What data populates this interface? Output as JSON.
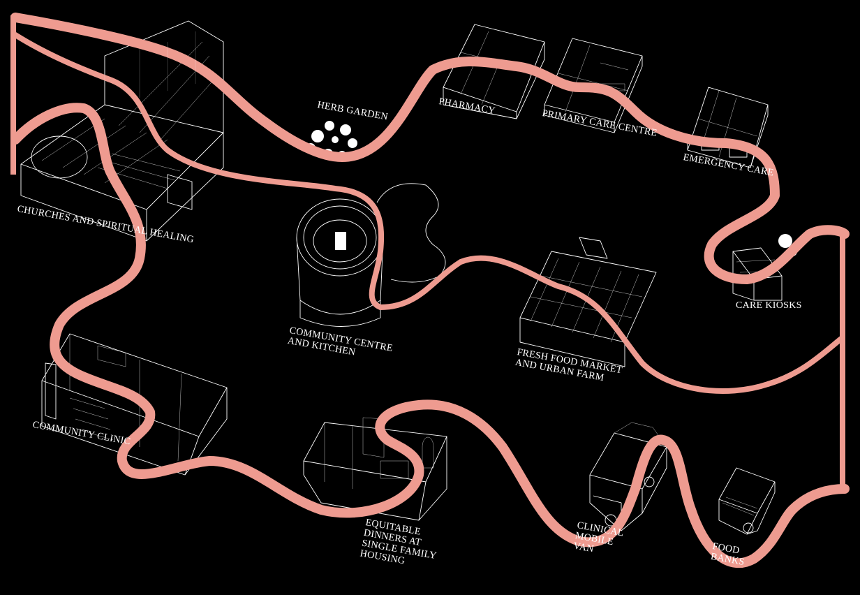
{
  "colors": {
    "background": "#000000",
    "path": "#ee9b90",
    "linework": "#ffffff"
  },
  "places": {
    "herb_garden": {
      "label": "HERB GARDEN",
      "icon": "herb-garden-icon"
    },
    "pharmacy": {
      "label": "PHARMACY",
      "icon": "pharmacy-building-icon"
    },
    "primary_care": {
      "label": "PRIMARY CARE CENTRE",
      "icon": "primary-care-building-icon"
    },
    "emergency_care": {
      "label": "EMERGENCY CARE",
      "icon": "emergency-care-building-icon"
    },
    "churches": {
      "label": "CHURCHES AND SPIRITUAL HEALING",
      "icon": "church-building-icon"
    },
    "community_centre": {
      "line1": "COMMUNITY CENTRE",
      "line2": "AND KITCHEN",
      "icon": "community-centre-icon"
    },
    "fresh_food": {
      "line1": "FRESH FOOD MARKET",
      "line2": "AND URBAN FARM",
      "icon": "market-farm-icon"
    },
    "care_kiosks": {
      "label": "CARE KIOSKS",
      "icon": "kiosk-icon"
    },
    "community_clinic": {
      "label": "COMMUNITY CLINIC",
      "icon": "clinic-building-icon"
    },
    "equitable_dinners": {
      "line1": "EQUITABLE",
      "line2": "DINNERS AT",
      "line3": "SINGLE FAMILY",
      "line4": "HOUSING",
      "icon": "house-dining-icon"
    },
    "mobile_van": {
      "line1": "CLINICAL",
      "line2": "MOBILE",
      "line3": "VAN",
      "icon": "mobile-van-icon"
    },
    "food_banks": {
      "line1": "FOOD",
      "line2": "BANKS",
      "icon": "food-truck-icon"
    }
  }
}
